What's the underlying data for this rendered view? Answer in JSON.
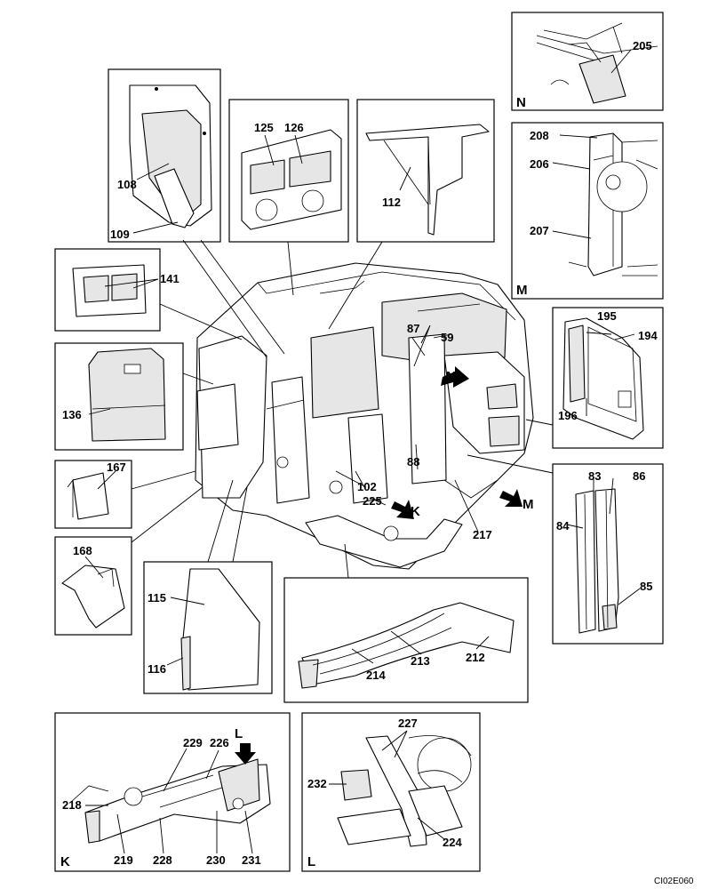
{
  "drawing_code": "CI02E060",
  "view_letters": {
    "K": "K",
    "L": "L",
    "M": "M",
    "N": "N"
  },
  "parts": {
    "p59": "59",
    "p83": "83",
    "p84": "84",
    "p85": "85",
    "p86": "86",
    "p87": "87",
    "p88": "88",
    "p102": "102",
    "p108": "108",
    "p109": "109",
    "p112": "112",
    "p115": "115",
    "p116": "116",
    "p125": "125",
    "p126": "126",
    "p136": "136",
    "p141": "141",
    "p167": "167",
    "p168": "168",
    "p194": "194",
    "p195": "195",
    "p196": "196",
    "p205": "205",
    "p206": "206",
    "p207": "207",
    "p208": "208",
    "p212": "212",
    "p213": "213",
    "p214": "214",
    "p217": "217",
    "p218": "218",
    "p219": "219",
    "p224": "224",
    "p225": "225",
    "p226": "226",
    "p227": "227",
    "p228": "228",
    "p229": "229",
    "p230": "230",
    "p231": "231",
    "p232": "232"
  }
}
